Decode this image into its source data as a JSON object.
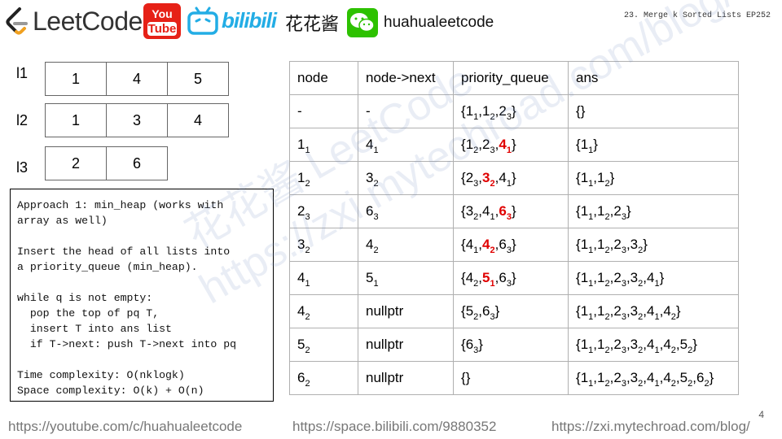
{
  "header": {
    "brand": "LeetCode",
    "youtube_top": "You",
    "youtube_bottom": "Tube",
    "bilibili": "bilibili",
    "bilibili_name": "花花酱",
    "wechat_name": "huahualeetcode",
    "episode": "23. Merge k Sorted Lists EP252"
  },
  "lists": [
    {
      "label": "l1",
      "values": [
        "1",
        "4",
        "5"
      ]
    },
    {
      "label": "l2",
      "values": [
        "1",
        "3",
        "4"
      ]
    },
    {
      "label": "l3",
      "values": [
        "2",
        "6"
      ]
    }
  ],
  "code": "Approach 1: min_heap (works with\narray as well)\n\nInsert the head of all lists into\na priority_queue (min_heap).\n\nwhile q is not empty:\n  pop the top of pq T,\n  insert T into ans list\n  if T->next: push T->next into pq\n\nTime complexity: O(nklogk)\nSpace complexity: O(k) + O(n)",
  "table": {
    "headers": [
      "node",
      "node->next",
      "priority_queue",
      "ans"
    ],
    "rows": [
      {
        "node": "-",
        "next": "-",
        "pq": [
          [
            "1",
            "1"
          ],
          [
            "1",
            "2"
          ],
          [
            "2",
            "3"
          ]
        ],
        "pq_hi": -1,
        "ans": []
      },
      {
        "node": [
          "1",
          "1"
        ],
        "next": [
          "4",
          "1"
        ],
        "pq": [
          [
            "1",
            "2"
          ],
          [
            "2",
            "3"
          ],
          [
            "4",
            "1"
          ]
        ],
        "pq_hi": 2,
        "ans": [
          [
            "1",
            "1"
          ]
        ]
      },
      {
        "node": [
          "1",
          "2"
        ],
        "next": [
          "3",
          "2"
        ],
        "pq": [
          [
            "2",
            "3"
          ],
          [
            "3",
            "2"
          ],
          [
            "4",
            "1"
          ]
        ],
        "pq_hi": 1,
        "ans": [
          [
            "1",
            "1"
          ],
          [
            "1",
            "2"
          ]
        ]
      },
      {
        "node": [
          "2",
          "3"
        ],
        "next": [
          "6",
          "3"
        ],
        "pq": [
          [
            "3",
            "2"
          ],
          [
            "4",
            "1"
          ],
          [
            "6",
            "3"
          ]
        ],
        "pq_hi": 2,
        "ans": [
          [
            "1",
            "1"
          ],
          [
            "1",
            "2"
          ],
          [
            "2",
            "3"
          ]
        ]
      },
      {
        "node": [
          "3",
          "2"
        ],
        "next": [
          "4",
          "2"
        ],
        "pq": [
          [
            "4",
            "1"
          ],
          [
            "4",
            "2"
          ],
          [
            "6",
            "3"
          ]
        ],
        "pq_hi": 1,
        "ans": [
          [
            "1",
            "1"
          ],
          [
            "1",
            "2"
          ],
          [
            "2",
            "3"
          ],
          [
            "3",
            "2"
          ]
        ]
      },
      {
        "node": [
          "4",
          "1"
        ],
        "next": [
          "5",
          "1"
        ],
        "pq": [
          [
            "4",
            "2"
          ],
          [
            "5",
            "1"
          ],
          [
            "6",
            "3"
          ]
        ],
        "pq_hi": 1,
        "ans": [
          [
            "1",
            "1"
          ],
          [
            "1",
            "2"
          ],
          [
            "2",
            "3"
          ],
          [
            "3",
            "2"
          ],
          [
            "4",
            "1"
          ]
        ]
      },
      {
        "node": [
          "4",
          "2"
        ],
        "next": "nullptr",
        "pq": [
          [
            "5",
            "2"
          ],
          [
            "6",
            "3"
          ]
        ],
        "pq_hi": -1,
        "ans": [
          [
            "1",
            "1"
          ],
          [
            "1",
            "2"
          ],
          [
            "2",
            "3"
          ],
          [
            "3",
            "2"
          ],
          [
            "4",
            "1"
          ],
          [
            "4",
            "2"
          ]
        ]
      },
      {
        "node": [
          "5",
          "2"
        ],
        "next": "nullptr",
        "pq": [
          [
            "6",
            "3"
          ]
        ],
        "pq_hi": -1,
        "ans": [
          [
            "1",
            "1"
          ],
          [
            "1",
            "2"
          ],
          [
            "2",
            "3"
          ],
          [
            "3",
            "2"
          ],
          [
            "4",
            "1"
          ],
          [
            "4",
            "2"
          ],
          [
            "5",
            "2"
          ]
        ]
      },
      {
        "node": [
          "6",
          "2"
        ],
        "next": "nullptr",
        "pq": [],
        "pq_hi": -1,
        "ans": [
          [
            "1",
            "1"
          ],
          [
            "1",
            "2"
          ],
          [
            "2",
            "3"
          ],
          [
            "3",
            "2"
          ],
          [
            "4",
            "1"
          ],
          [
            "4",
            "2"
          ],
          [
            "5",
            "2"
          ],
          [
            "6",
            "2"
          ]
        ]
      }
    ]
  },
  "watermark": {
    "line1": "花花酱 LeetCode",
    "line2": "https://zxi.mytechroad.com/blog/"
  },
  "footer": {
    "youtube": "https://youtube.com/c/huahualeetcode",
    "bilibili": "https://space.bilibili.com/9880352",
    "blog": "https://zxi.mytechroad.com/blog/",
    "page": "4"
  },
  "colors": {
    "highlight": "#e00000",
    "bilibili": "#23ade5",
    "youtube": "#e62117",
    "wechat": "#2dc100"
  }
}
